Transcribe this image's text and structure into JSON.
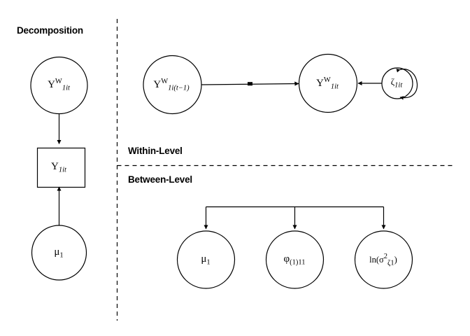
{
  "diagram": {
    "title_decomposition": "Decomposition",
    "title_within": "Within-Level",
    "title_between": "Between-Level"
  },
  "decomposition": {
    "latent_within": {
      "base": "Y",
      "sup": "W",
      "sub": "1it"
    },
    "observed": {
      "base": "Y",
      "sub": "1it"
    },
    "mean": {
      "base": "μ",
      "sub": "1"
    }
  },
  "within_level": {
    "lagged": {
      "base": "Y",
      "sup": "W",
      "sub": "1i(t−1)"
    },
    "current": {
      "base": "Y",
      "sup": "W",
      "sub": "1it"
    },
    "residual": {
      "base": "ζ",
      "sub": "1it"
    }
  },
  "between_level": {
    "nodes": [
      {
        "base": "μ",
        "sub": "1"
      },
      {
        "base": "φ",
        "sub": "(1)11"
      },
      {
        "base": "ln(σ",
        "sub": "ζ1",
        "sup": "2",
        "tail": ")"
      }
    ]
  },
  "colors": {
    "stroke": "#000000",
    "fill": "#ffffff",
    "text": "#000000"
  }
}
